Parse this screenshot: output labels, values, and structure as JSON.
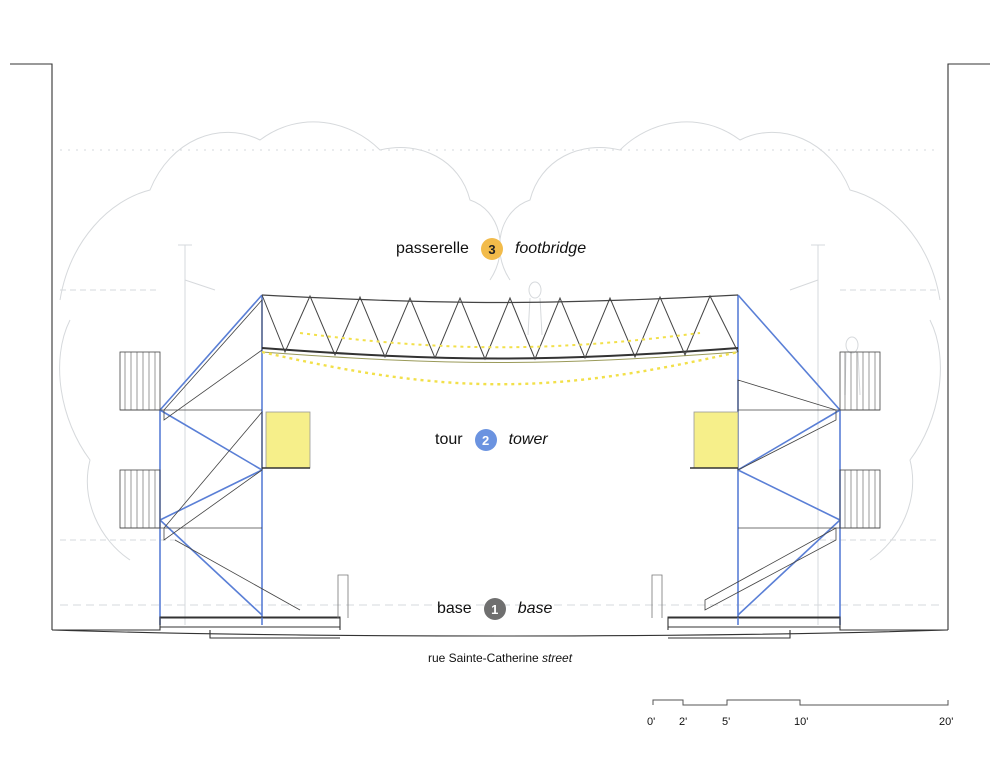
{
  "levels": [
    {
      "number": "3",
      "fr": "passerelle",
      "en": "footbridge",
      "color": "#f2bb4a",
      "text_color": "#222222"
    },
    {
      "number": "2",
      "fr": "tour",
      "en": "tower",
      "color": "#6b93e0",
      "text_color": "#ffffff"
    },
    {
      "number": "1",
      "fr": "base",
      "en": "base",
      "color": "#6f6f6f",
      "text_color": "#ffffff"
    }
  ],
  "street": {
    "fr": "rue Sainte-Catherine",
    "en": "street"
  },
  "scale_bar": {
    "ticks": [
      "0'",
      "2'",
      "5'",
      "10'",
      "20'"
    ]
  },
  "colors": {
    "structure": "#5a7fd6",
    "lights": "#f2e04a",
    "panel": "#f6ef8a",
    "ghost": "#cfd3d6",
    "line": "#333333"
  }
}
